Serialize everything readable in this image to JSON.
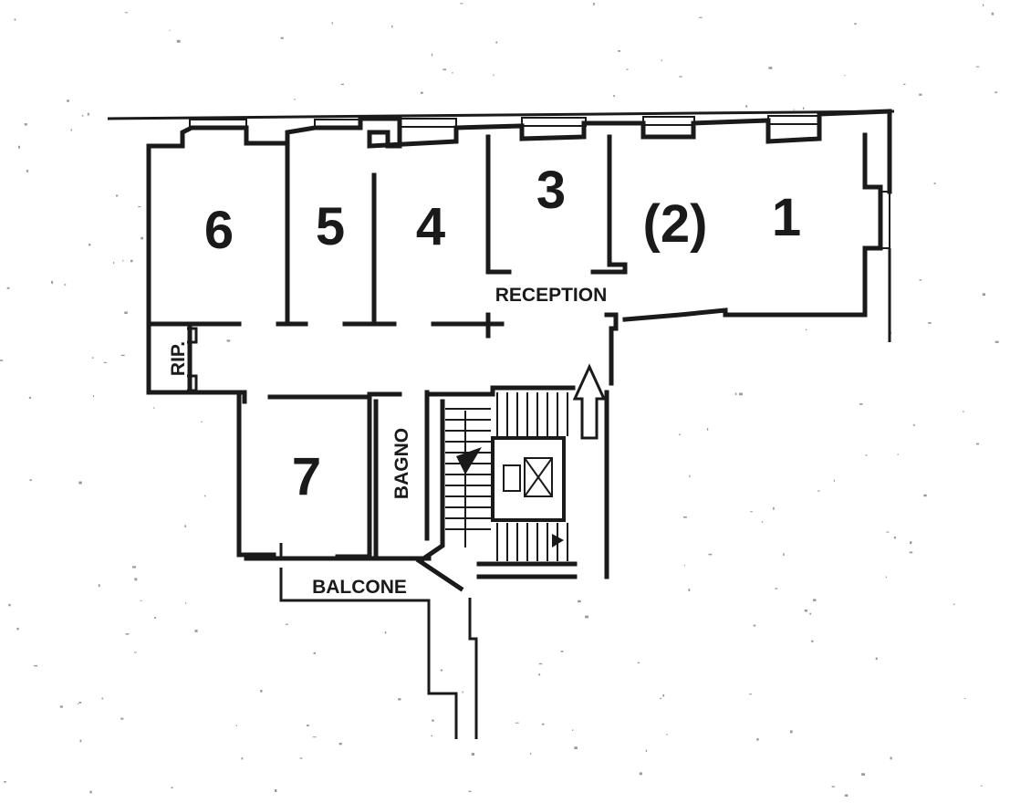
{
  "rooms": {
    "r1": "1",
    "r2": "(2)",
    "r3": "3",
    "r4": "4",
    "r5": "5",
    "r6": "6",
    "r7": "7"
  },
  "labels": {
    "reception": "RECEPTION",
    "rip": "RIP.",
    "bagno": "BAGNO",
    "balcone": "BALCONE"
  },
  "colors": {
    "ink": "#1a1a1a",
    "paper": "#ffffff"
  },
  "icons": {
    "entrance": "entrance-arrow-icon",
    "elevator": "elevator-icon"
  }
}
